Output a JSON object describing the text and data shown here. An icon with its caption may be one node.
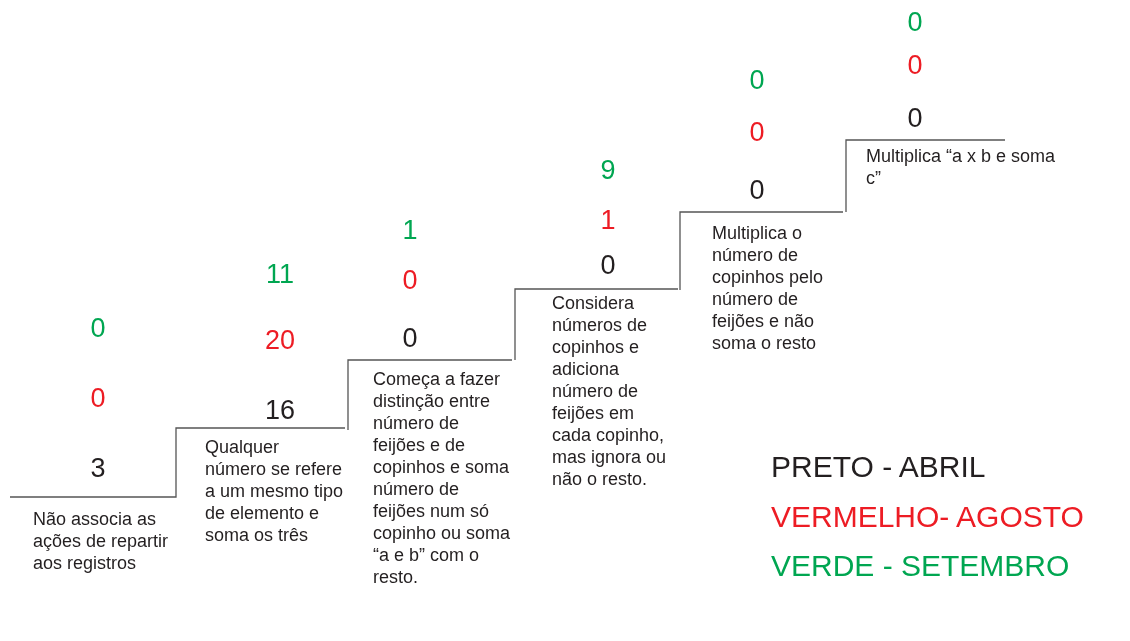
{
  "diagram": {
    "labels": [
      "0",
      "0",
      "3",
      "Não associa as ações de repartir aos registros",
      "11",
      "20",
      "16",
      "Qualquer número se refere a um mesmo tipo de elemento e soma os três",
      "1",
      "0",
      "0",
      "Começa a fazer distinção entre número de feijões e de copinhos e soma número de feijões num só copinho ou soma “a e b” com o resto.",
      "9",
      "1",
      "0",
      "Considera números de copinhos e adiciona número de feijões em cada copinho, mas ignora ou não o resto.",
      "0",
      "0",
      "0",
      "Multiplica o número de copinhos pelo número de feijões e não soma o resto",
      "0",
      "0",
      "0",
      "Multiplica “a x b e soma c”"
    ],
    "legend": [
      {
        "text": "PRETO - ABRIL",
        "color": "#231f20"
      },
      {
        "text": "VERMELHO- AGOSTO",
        "color": "#ed1c24"
      },
      {
        "text": "VERDE - SETEMBRO",
        "color": "#00a651"
      }
    ]
  }
}
